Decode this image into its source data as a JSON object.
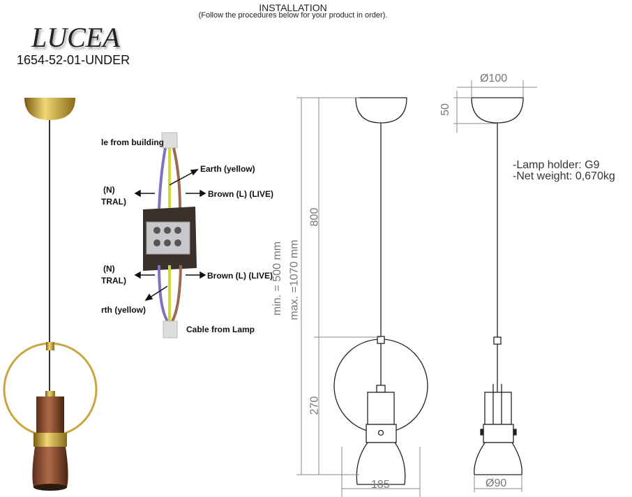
{
  "header": {
    "title": "INSTALLATION",
    "subtitle": "(Follow the procedures below for your product in order)."
  },
  "brand": "LUCEA",
  "product_code": "1654-52-01-UNDER",
  "wiring": {
    "cable_building": "le from building",
    "earth_top": "Earth (yellow)",
    "neutral_top_a": "(N)",
    "neutral_top_b": "TRAL)",
    "live_top": "Brown (L) (LIVE)",
    "neutral_bottom_a": "(N)",
    "neutral_bottom_b": "TRAL)",
    "live_bottom": "Brown (L) (LIVE)",
    "earth_bottom": "rth (yellow)",
    "cable_lamp": "Cable from Lamp"
  },
  "dimensions": {
    "min": "min. = 500 mm",
    "max": "max. =1070 mm",
    "cord": "800",
    "body": "270",
    "width": "185",
    "canopy_dia": "Ø100",
    "canopy_h": "50",
    "shade_dia": "Ø90"
  },
  "specs": {
    "lamp_holder": "-Lamp holder: G9",
    "net_weight": "-Net weight: 0,670kg"
  }
}
